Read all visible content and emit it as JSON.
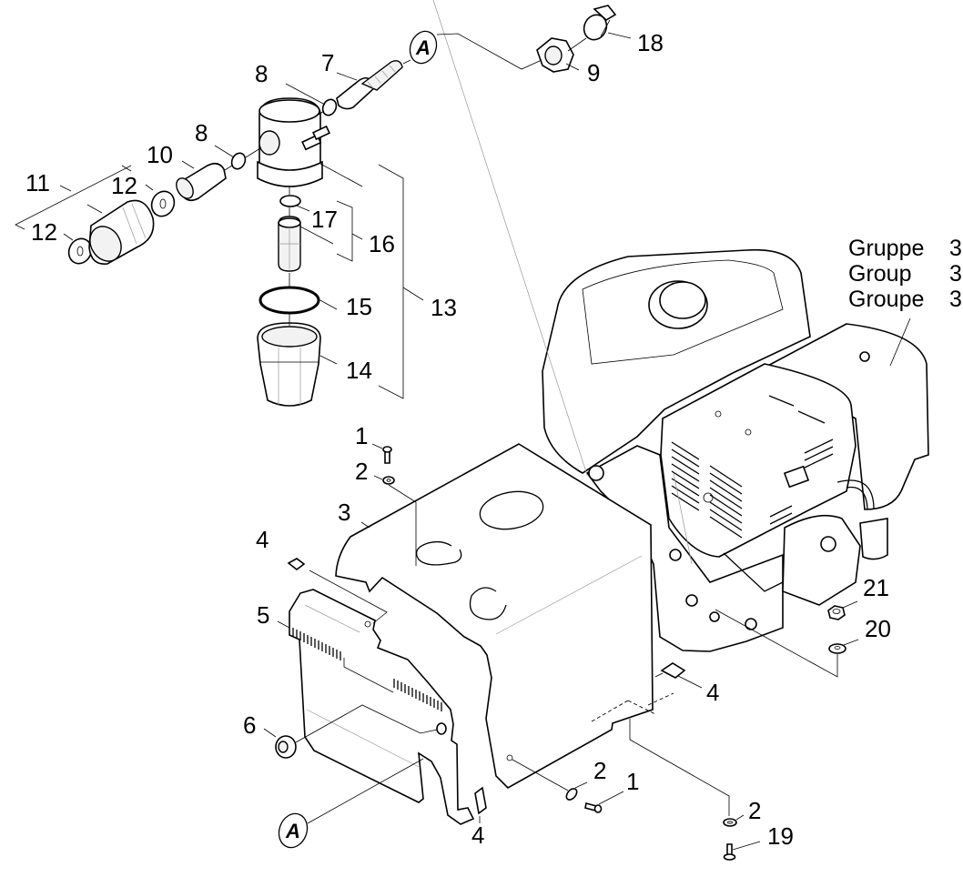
{
  "diagram": {
    "type": "exploded-parts-view",
    "group_reference": {
      "lines": [
        {
          "label": "Gruppe",
          "number": "3"
        },
        {
          "label": "Group",
          "number": "3"
        },
        {
          "label": "Groupe",
          "number": "3"
        }
      ]
    },
    "reference_markers": [
      {
        "id": "A-top",
        "letter": "A"
      },
      {
        "id": "A-bottom",
        "letter": "A"
      }
    ],
    "callouts": [
      {
        "id": "c1a",
        "label": "1"
      },
      {
        "id": "c2a",
        "label": "2"
      },
      {
        "id": "c3",
        "label": "3"
      },
      {
        "id": "c4a",
        "label": "4"
      },
      {
        "id": "c5",
        "label": "5"
      },
      {
        "id": "c6",
        "label": "6"
      },
      {
        "id": "c7",
        "label": "7"
      },
      {
        "id": "c8a",
        "label": "8"
      },
      {
        "id": "c8b",
        "label": "8"
      },
      {
        "id": "c9",
        "label": "9"
      },
      {
        "id": "c10",
        "label": "10"
      },
      {
        "id": "c11",
        "label": "11"
      },
      {
        "id": "c12a",
        "label": "12"
      },
      {
        "id": "c12b",
        "label": "12"
      },
      {
        "id": "c13",
        "label": "13"
      },
      {
        "id": "c14",
        "label": "14"
      },
      {
        "id": "c15",
        "label": "15"
      },
      {
        "id": "c16",
        "label": "16"
      },
      {
        "id": "c17",
        "label": "17"
      },
      {
        "id": "c18",
        "label": "18"
      },
      {
        "id": "c4b",
        "label": "4"
      },
      {
        "id": "c2b",
        "label": "2"
      },
      {
        "id": "c1b",
        "label": "1"
      },
      {
        "id": "c4c",
        "label": "4"
      },
      {
        "id": "c21",
        "label": "21"
      },
      {
        "id": "c20",
        "label": "20"
      },
      {
        "id": "c2c",
        "label": "2"
      },
      {
        "id": "c19",
        "label": "19"
      }
    ]
  }
}
